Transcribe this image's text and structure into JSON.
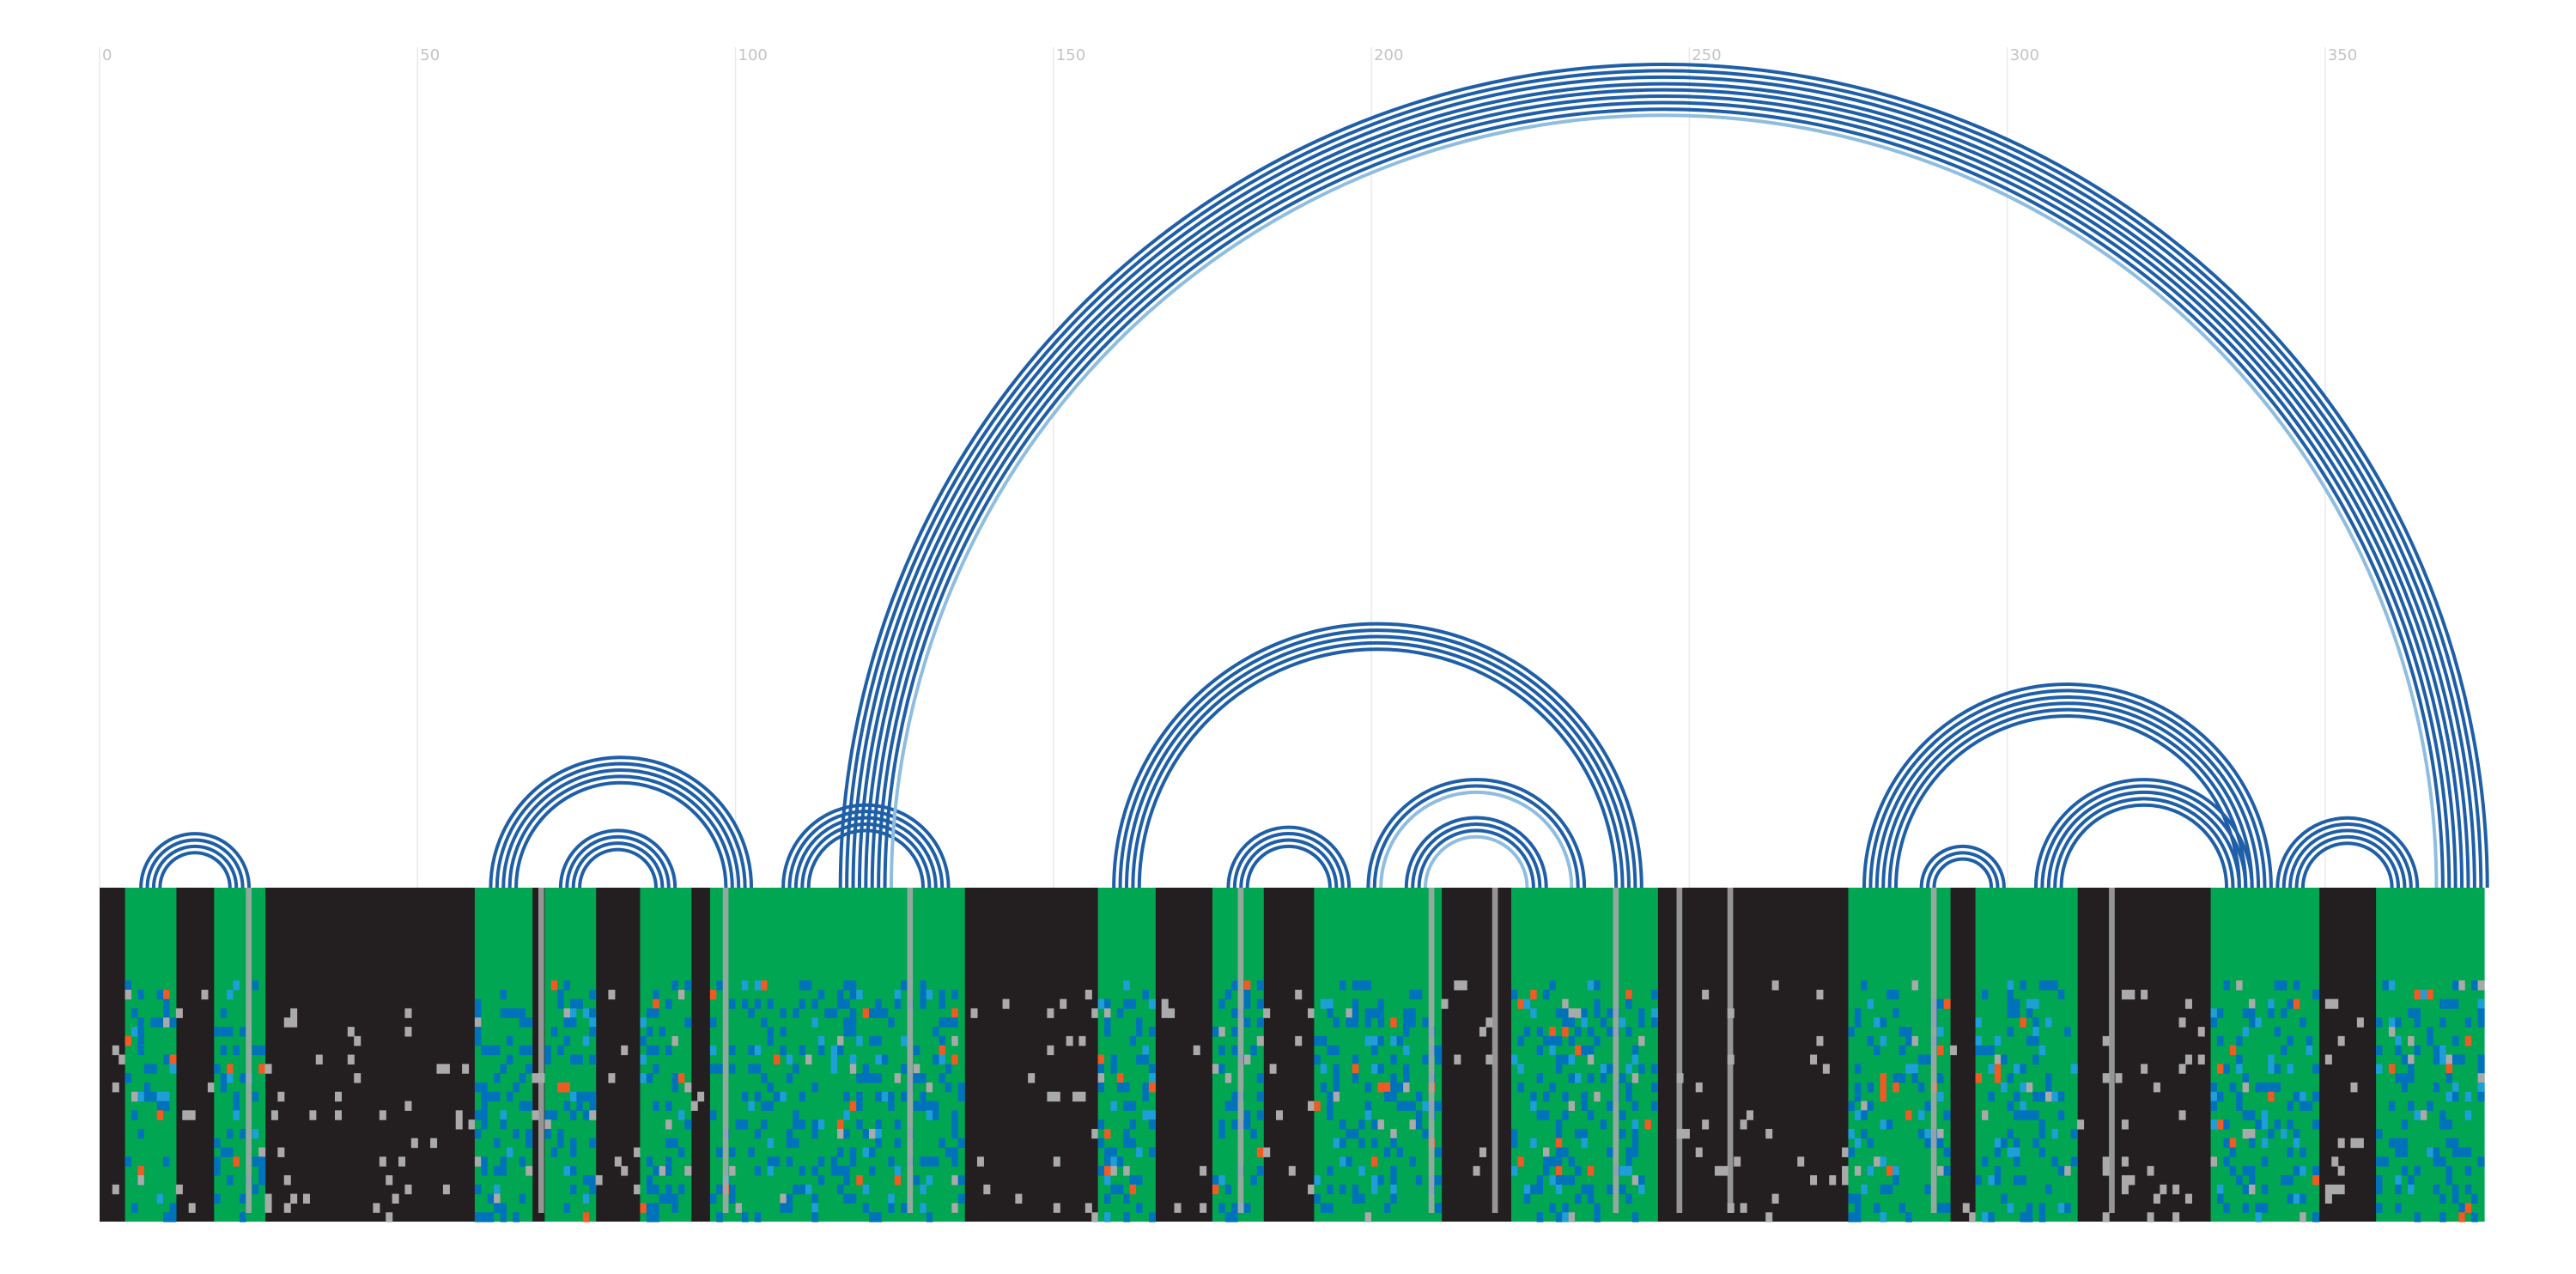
{
  "chart_data": {
    "type": "arc-diagram",
    "x_axis": {
      "ticks": [
        "0",
        "50",
        "100",
        "150",
        "200",
        "250",
        "300",
        "350"
      ],
      "tick_values": [
        0,
        50,
        100,
        150,
        200,
        250,
        300,
        350
      ],
      "range": [
        0,
        375
      ],
      "grid": true
    },
    "alignment": {
      "length": 375,
      "rows": 36,
      "background_color": "#231f20",
      "paired_color": "#00a651",
      "gap_color": "#aaaaaa",
      "variant_colors": [
        "#0072bc",
        "#1e9fd8",
        "#f15a22"
      ]
    },
    "arc_colors": {
      "strong": "#1f5fa8",
      "weak": "#8fbde0"
    },
    "helices": [
      {
        "i": 6,
        "j": 23,
        "n": 4,
        "weak": 0
      },
      {
        "i": 61,
        "j": 102,
        "n": 5,
        "weak": 0
      },
      {
        "i": 72,
        "j": 90,
        "n": 4,
        "weak": 0
      },
      {
        "i": 107,
        "j": 133,
        "n": 5,
        "weak": 0
      },
      {
        "i": 116,
        "j": 375,
        "n": 9,
        "weak": 1
      },
      {
        "i": 159,
        "j": 242,
        "n": 5,
        "weak": 0
      },
      {
        "i": 177,
        "j": 196,
        "n": 4,
        "weak": 0
      },
      {
        "i": 199,
        "j": 233,
        "n": 3,
        "weak": 1
      },
      {
        "i": 205,
        "j": 227,
        "n": 4,
        "weak": 1
      },
      {
        "i": 277,
        "j": 341,
        "n": 6,
        "weak": 0
      },
      {
        "i": 286,
        "j": 299,
        "n": 3,
        "weak": 0
      },
      {
        "i": 304,
        "j": 338,
        "n": 5,
        "weak": 0
      },
      {
        "i": 342,
        "j": 364,
        "n": 5,
        "weak": 0
      }
    ]
  }
}
